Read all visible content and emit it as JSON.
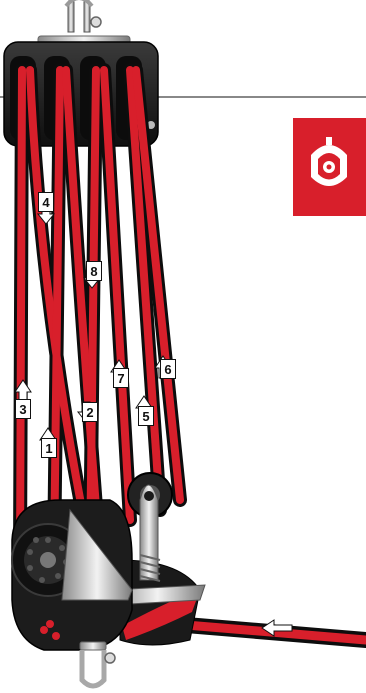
{
  "colors": {
    "rope_red": "#d81f2b",
    "rope_dark": "#121212",
    "block_black": "#1c1c1c",
    "metal": "#c9c9c9",
    "badge_red": "#d81f2b"
  },
  "icons": {
    "badge": "pulley-block-icon",
    "arrows": "direction-arrow-icon"
  },
  "segment_labels": [
    "1",
    "2",
    "3",
    "4",
    "5",
    "6",
    "7",
    "8"
  ]
}
